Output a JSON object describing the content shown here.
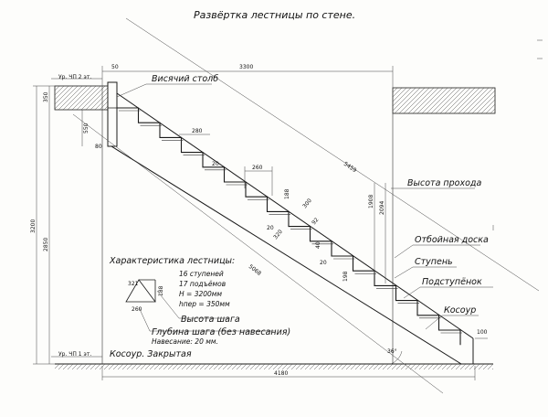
{
  "title": "Развёртка лестницы по стене.",
  "labels": {
    "hanging_post": "Висячий столб",
    "headroom": "Высота прохода",
    "fascia": "Отбойная доска",
    "tread": "Ступень",
    "riser": "Подступёнок",
    "stringer": "Косоур",
    "stringer_type": "Косоур. Закрытая"
  },
  "characteristics": {
    "heading": "Характеристика лестницы:",
    "lines": [
      "16 ступеней",
      "17 подъёмов",
      "H = 3200мм",
      "hпер = 350мм"
    ],
    "step_height": "Высота шага",
    "step_depth": "Глубина шага (без навесания)",
    "overhang": "Навесание: 20 мм."
  },
  "dimensions": {
    "total_width": "3300",
    "top_offset": "50",
    "overall_height": "3200",
    "clear_height": "2850",
    "floor_thickness": "350",
    "post_height": "550",
    "post_width": "80",
    "tread_depth_1": "280",
    "tread_depth_2": "260",
    "overhang_1": "20",
    "overhang_2": "20",
    "overhang_3": "20",
    "riser_h": "188",
    "diag_1": "300",
    "diag_2": "320",
    "diag_3": "92",
    "step_40": "40",
    "step_198": "198",
    "stringer_len": "5068",
    "upper_len": "5459",
    "headroom_1": "1908",
    "headroom_2": "2094",
    "bottom_width": "4180",
    "bottom_right": "100",
    "angle": "36°",
    "level_top": "Ур. ЧП 2 эт.",
    "level_bottom": "Ур. ЧП 1 эт.",
    "mini_321": "321",
    "mini_188": "188",
    "mini_260": "260"
  }
}
